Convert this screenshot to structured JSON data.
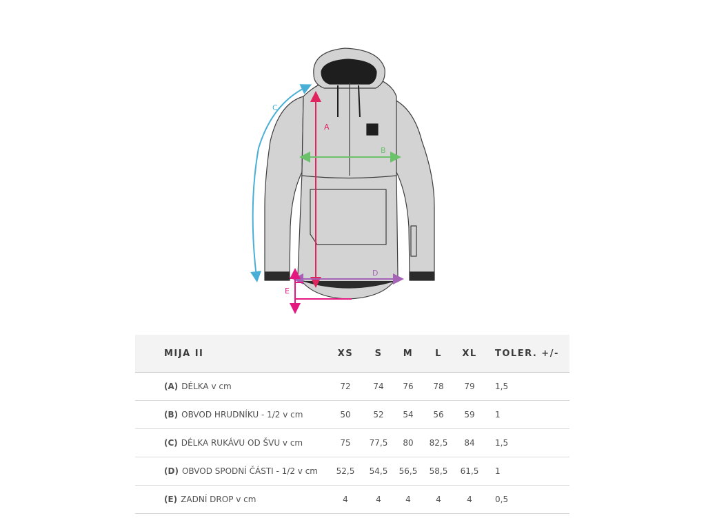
{
  "diagram": {
    "labels": {
      "a": "A",
      "b": "B",
      "c": "C",
      "d": "D",
      "e": "E"
    },
    "colors": {
      "a": "#e0245e",
      "b": "#6cc26b",
      "c": "#4aafd6",
      "d": "#a563b5",
      "e": "#e4197f",
      "jacket_fill": "#d3d3d3",
      "jacket_stroke": "#3d3d3d",
      "trim": "#222222"
    }
  },
  "table": {
    "title": "MIJA II",
    "sizes": [
      "XS",
      "S",
      "M",
      "L",
      "XL"
    ],
    "tolerance_header": "TOLER. +/-",
    "rows": [
      {
        "code": "(A)",
        "label": "DÉLKA v cm",
        "values": [
          "72",
          "74",
          "76",
          "78",
          "79"
        ],
        "tolerance": "1,5"
      },
      {
        "code": "(B)",
        "label": "OBVOD HRUDNÍKU - 1/2 v cm",
        "values": [
          "50",
          "52",
          "54",
          "56",
          "59"
        ],
        "tolerance": "1"
      },
      {
        "code": "(C)",
        "label": "DÉLKA RUKÁVU OD ŠVU v cm",
        "values": [
          "75",
          "77,5",
          "80",
          "82,5",
          "84"
        ],
        "tolerance": "1,5"
      },
      {
        "code": "(D)",
        "label": "OBVOD SPODNÍ ČÁSTI - 1/2 v cm",
        "values": [
          "52,5",
          "54,5",
          "56,5",
          "58,5",
          "61,5"
        ],
        "tolerance": "1"
      },
      {
        "code": "(E)",
        "label": "ZADNÍ DROP v cm",
        "values": [
          "4",
          "4",
          "4",
          "4",
          "4"
        ],
        "tolerance": "0,5"
      }
    ]
  }
}
